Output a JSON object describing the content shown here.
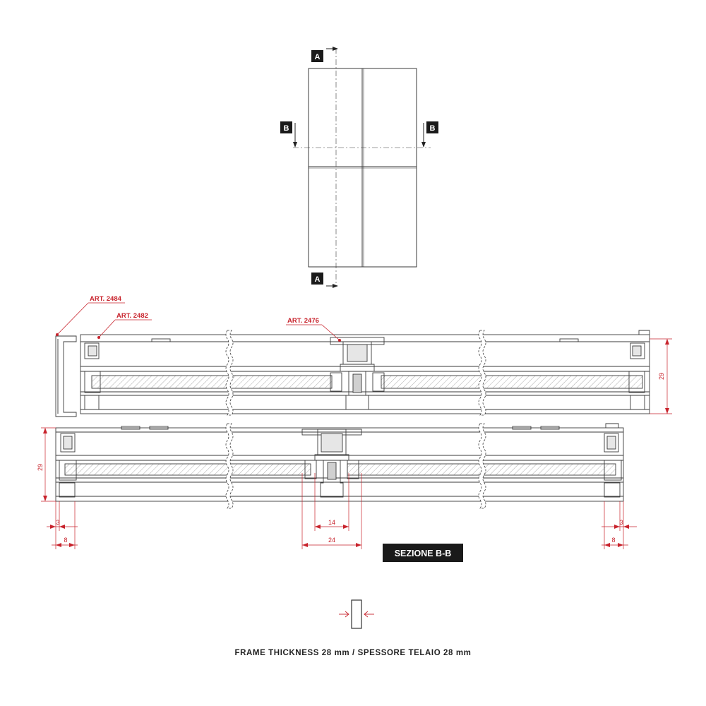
{
  "elevation": {
    "section_a_label": "A",
    "section_b_label": "B"
  },
  "articles": {
    "art_2484": "ART. 2484",
    "art_2482": "ART. 2482",
    "art_2476": "ART. 2476"
  },
  "dimensions": {
    "height_top": "29",
    "height_bottom": "29",
    "left_3": "3",
    "left_8": "8",
    "mid_14": "14",
    "mid_24": "24",
    "right_3": "3",
    "right_8": "8"
  },
  "section_title": "SEZIONE B-B",
  "caption": "FRAME THICKNESS  28 mm  /  SPESSORE  TELAIO  28 mm",
  "colors": {
    "line": "#3a3a3a",
    "dimension": "#c8232c",
    "label_bg": "#1a1a1a"
  }
}
